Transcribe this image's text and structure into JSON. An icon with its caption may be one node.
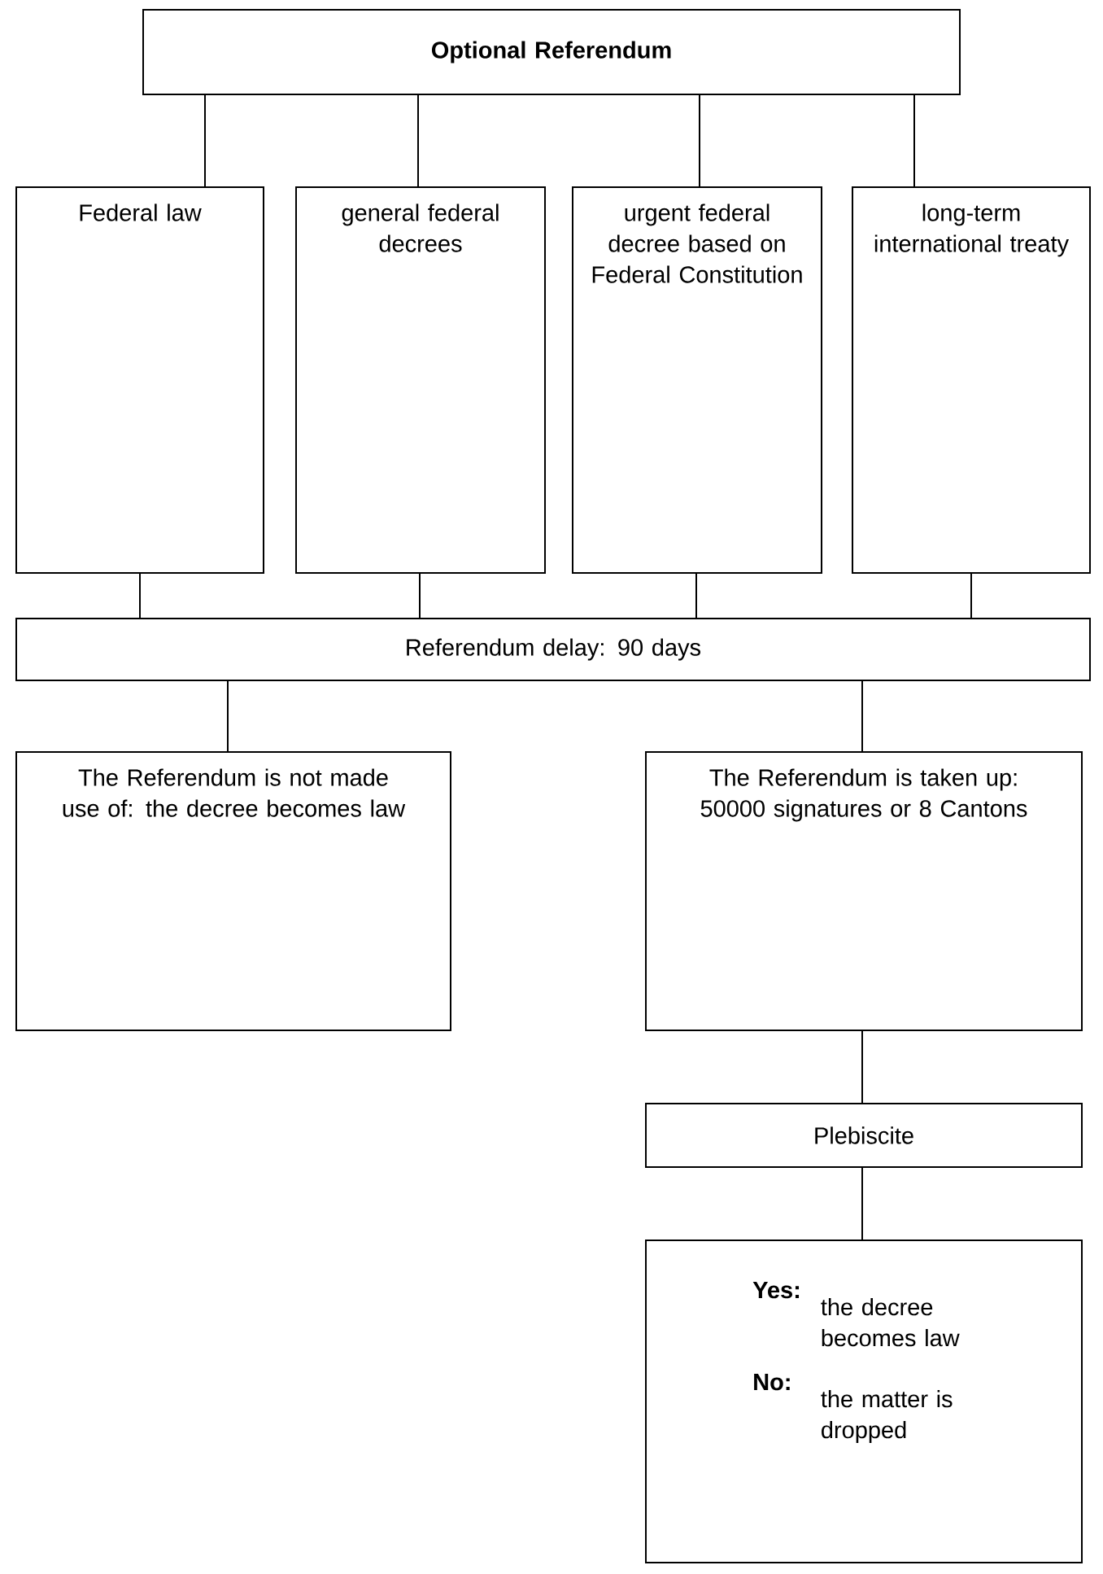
{
  "diagram": {
    "nodes": [
      {
        "text": [
          "Optional Referendum"
        ]
      },
      {
        "text": [
          "Federal law"
        ]
      },
      {
        "text": [
          "general federal decrees"
        ]
      },
      {
        "text": [
          "urgent federal decree based on Federal Constitution"
        ]
      },
      {
        "text": [
          "long-term international treaty"
        ]
      },
      {
        "text": [
          "Referendum delay: 90 days"
        ]
      },
      {
        "text": [
          "The Referendum is not made use of: the decree becomes law"
        ]
      },
      {
        "text": [
          "The Referendum is taken up: 50000 signatures or 8 Cantons"
        ]
      },
      {
        "text": [
          "Plebiscite"
        ]
      },
      {
        "text": [
          "Yes:",
          "the decree becomes law",
          "No:",
          "the matter is dropped"
        ]
      }
    ],
    "edges": [
      {
        "from": 0,
        "to": 1,
        "arrow": "none"
      },
      {
        "from": 0,
        "to": 2,
        "arrow": "none"
      },
      {
        "from": 0,
        "to": 3,
        "arrow": "none"
      },
      {
        "from": 0,
        "to": 4,
        "arrow": "none"
      },
      {
        "from": 1,
        "to": 5,
        "arrow": "none"
      },
      {
        "from": 2,
        "to": 5,
        "arrow": "none"
      },
      {
        "from": 3,
        "to": 5,
        "arrow": "none"
      },
      {
        "from": 4,
        "to": 5,
        "arrow": "none"
      },
      {
        "from": 5,
        "to": 6,
        "arrow": "none"
      },
      {
        "from": 5,
        "to": 7,
        "arrow": "none"
      },
      {
        "from": 7,
        "to": 8,
        "arrow": "none"
      },
      {
        "from": 8,
        "to": 9,
        "arrow": "none"
      }
    ]
  }
}
